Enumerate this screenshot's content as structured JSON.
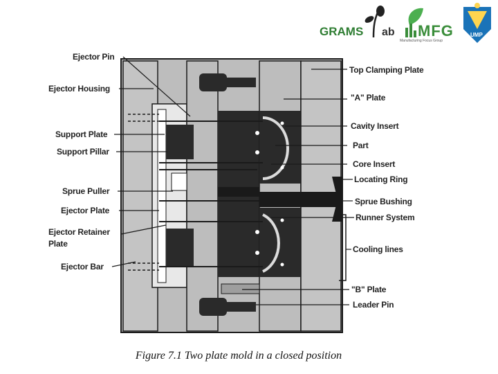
{
  "caption": "Figure 7.1  Two plate mold in a closed position",
  "logos": {
    "grams": {
      "text_left": "GRAMS",
      "text_right": "ab",
      "color": "#2e7d32"
    },
    "mfg": {
      "text": "MFG",
      "sub": "Manufacturing Focus Group",
      "color": "#3a8d3a"
    },
    "ump": {
      "text": "UMP",
      "color": "#1a73b8"
    }
  },
  "labels_left": [
    "Ejector Pin",
    "Ejector Housing",
    "Support Plate",
    "Support Pillar",
    "Sprue Puller",
    "Ejector Plate",
    "Ejector Retainer",
    "Plate",
    "Ejector Bar"
  ],
  "labels_right": [
    "Top Clamping Plate",
    "\"A\" Plate",
    "Cavity Insert",
    "Part",
    "Core Insert",
    "Locating Ring",
    "Sprue Bushing",
    "Runner System",
    "Cooling lines",
    "\"B\" Plate",
    "Leader Pin"
  ],
  "colors": {
    "plate": "#bdbdbd",
    "dark": "#2a2a2a",
    "line": "#1a1a1a"
  }
}
